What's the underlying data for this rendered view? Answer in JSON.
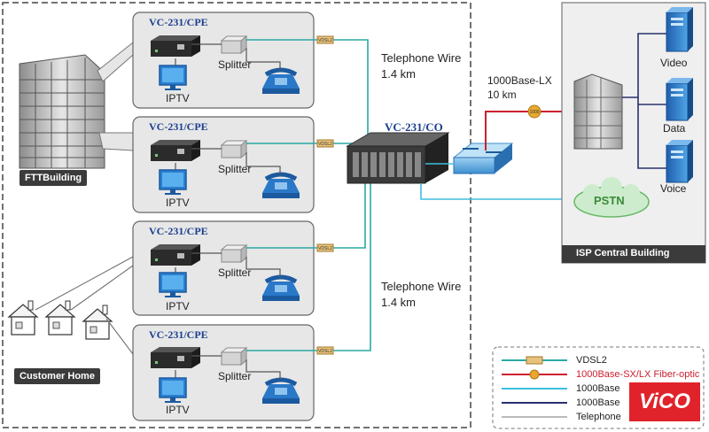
{
  "cpe_units": [
    {
      "title": "VC-231/CPE",
      "splitter": "Splitter",
      "iptv": "IPTV",
      "tag": "VDSL2"
    },
    {
      "title": "VC-231/CPE",
      "splitter": "Splitter",
      "iptv": "IPTV",
      "tag": "VDSL2"
    },
    {
      "title": "VC-231/CPE",
      "splitter": "Splitter",
      "iptv": "IPTV",
      "tag": "VDSL2"
    },
    {
      "title": "VC-231/CPE",
      "splitter": "Splitter",
      "iptv": "IPTV",
      "tag": "VDSL2"
    }
  ],
  "left_labels": {
    "building": "FTTBuilding",
    "homes": "Customer Home"
  },
  "wires": {
    "top_line1": "Telephone Wire",
    "top_line2": "1.4 km",
    "bottom_line1": "Telephone Wire",
    "bottom_line2": "1.4 km"
  },
  "central": {
    "title": "VC-231/CO",
    "fiber_line1": "1000Base-LX",
    "fiber_line2": "10 km",
    "fiber_tag": "1000"
  },
  "isp": {
    "video": "Video",
    "data": "Data",
    "voice": "Voice",
    "footer": "ISP Central Building"
  },
  "pstn": "PSTN",
  "legend": [
    {
      "text": "VDSL2",
      "color": "#2aa9a4",
      "tag": "VDSL2"
    },
    {
      "text": "1000Base-SX/LX Fiber-optic",
      "color": "#cc2030",
      "tag": "1000"
    },
    {
      "text": "1000Base",
      "color": "#3dbfe0"
    },
    {
      "text": "1000Base",
      "color": "#28306e"
    },
    {
      "text": "Telephone",
      "color": "#bbbbbb"
    }
  ],
  "watermark": "ViCO"
}
